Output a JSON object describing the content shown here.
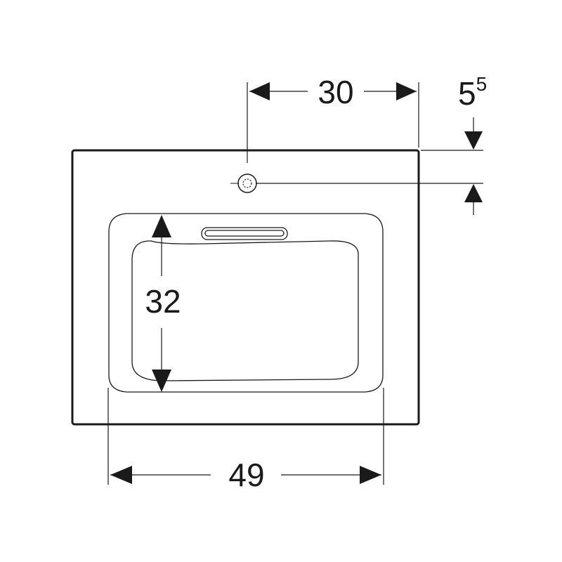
{
  "dimensions": {
    "tap_hole_offset": "30",
    "tap_hole_from_edge": "5",
    "tap_hole_from_edge_fraction": "5",
    "bowl_depth": "32",
    "bowl_width": "49"
  },
  "colors": {
    "line": "#1a1a1a",
    "background": "#ffffff"
  }
}
